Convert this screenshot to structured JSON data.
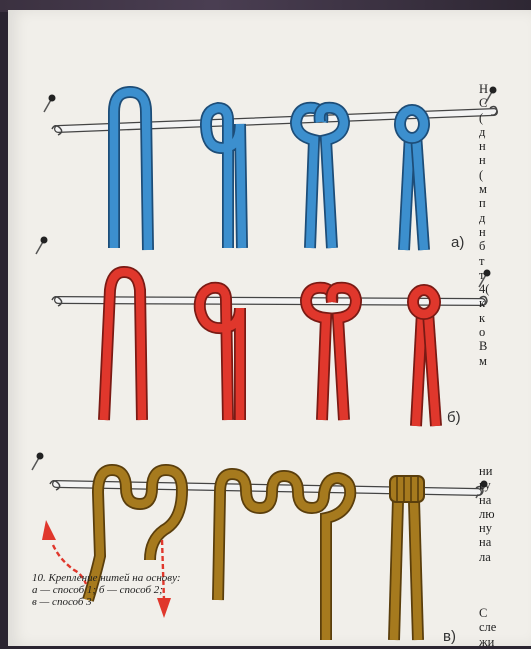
{
  "labels": {
    "a": "а)",
    "b": "б)",
    "c": "в)"
  },
  "caption": {
    "line1": "10. Крепление нитей на основу:",
    "line2": "а — способ 1; б — способ 2;",
    "line3": "в — способ 3"
  },
  "body_text": {
    "block1": [
      "Н",
      "С",
      "(",
      "д",
      "н",
      "н",
      "(",
      "м",
      "п",
      "д",
      "н",
      "б",
      "т",
      "т",
      "4(",
      "к",
      "к",
      "о",
      "В",
      "м"
    ],
    "block2": [
      "ни",
      "ву",
      "на",
      "лю",
      "ну",
      "на",
      "ла"
    ],
    "block3": [
      "С",
      "сле",
      "жи"
    ]
  },
  "colors": {
    "blue": "#3c8fce",
    "red": "#e0372c",
    "brown": "#a67a1e",
    "rod": "#f3f3f3"
  },
  "icons": [
    "pin-icon",
    "arrow-up-icon",
    "arrow-down-icon"
  ]
}
